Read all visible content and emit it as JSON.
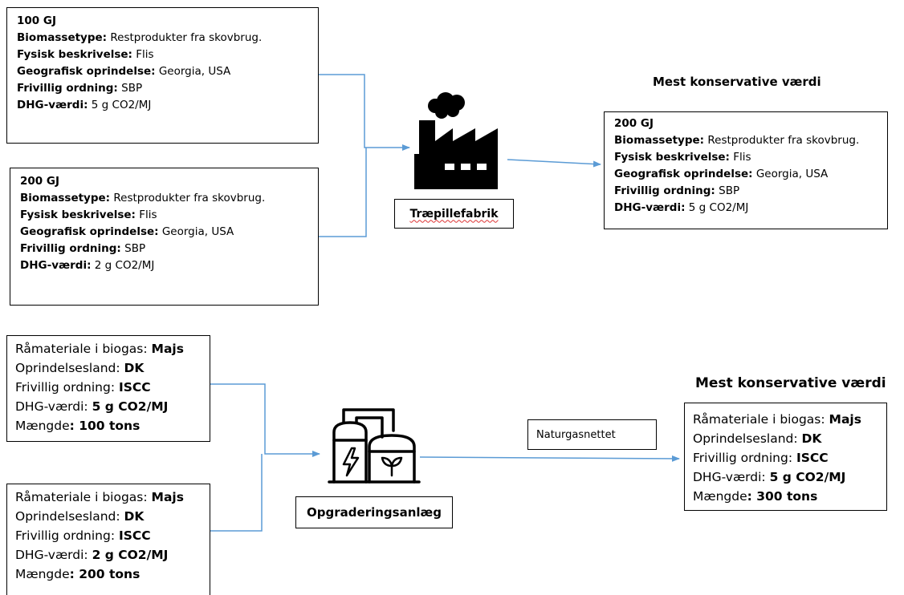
{
  "top": {
    "input_a": {
      "amount": "100 GJ",
      "lines": [
        {
          "label": "Biomassetype:",
          "value": " Restprodukter fra skovbrug."
        },
        {
          "label": "Fysisk beskrivelse:",
          "value": " Flis"
        },
        {
          "label": "Geografisk oprindelse:",
          "value": " Georgia, USA"
        },
        {
          "label": "Frivillig ordning:",
          "value": " SBP"
        },
        {
          "label": "DHG-værdi:",
          "value": " 5 g CO2/MJ"
        }
      ]
    },
    "input_b": {
      "amount": "200 GJ",
      "lines": [
        {
          "label": "Biomassetype:",
          "value": " Restprodukter fra skovbrug."
        },
        {
          "label": "Fysisk beskrivelse:",
          "value": " Flis"
        },
        {
          "label": "Geografisk oprindelse:",
          "value": " Georgia, USA"
        },
        {
          "label": "Frivillig ordning:",
          "value": " SBP"
        },
        {
          "label": "DHG-værdi:",
          "value": " 2 g CO2/MJ"
        }
      ]
    },
    "process_label": "Træpillefabrik",
    "output_heading": "Mest konservative værdi",
    "output": {
      "amount": "200 GJ",
      "lines": [
        {
          "label": "Biomassetype:",
          "value": " Restprodukter fra skovbrug."
        },
        {
          "label": "Fysisk beskrivelse:",
          "value": " Flis"
        },
        {
          "label": "Geografisk oprindelse:",
          "value": " Georgia, USA"
        },
        {
          "label": "Frivillig ordning:",
          "value": " SBP"
        },
        {
          "label": "DHG-værdi:",
          "value": " 5 g CO2/MJ"
        }
      ]
    }
  },
  "bottom": {
    "input_a": {
      "lines": [
        {
          "label": "Råmateriale i biogas: ",
          "value": "Majs"
        },
        {
          "label": "Oprindelsesland: ",
          "value": "DK"
        },
        {
          "label": "Frivillig ordning: ",
          "value": "ISCC"
        },
        {
          "label": "DHG-værdi: ",
          "value": "5 g CO2/MJ"
        },
        {
          "label": "Mængde",
          "value": ": 100 tons"
        }
      ]
    },
    "input_b": {
      "lines": [
        {
          "label": "Råmateriale i biogas: ",
          "value": "Majs"
        },
        {
          "label": "Oprindelsesland: ",
          "value": "DK"
        },
        {
          "label": "Frivillig ordning: ",
          "value": "ISCC"
        },
        {
          "label": "DHG-værdi: ",
          "value": "2 g CO2/MJ"
        },
        {
          "label": "Mængde",
          "value": ": 200 tons"
        }
      ]
    },
    "process_label": "Opgraderingsanlæg",
    "grid_label": "Naturgasnettet",
    "output_heading": "Mest konservative værdi",
    "output": {
      "lines": [
        {
          "label": "Råmateriale i biogas: ",
          "value": "Majs"
        },
        {
          "label": "Oprindelsesland: ",
          "value": "DK"
        },
        {
          "label": "Frivillig ordning: ",
          "value": "ISCC"
        },
        {
          "label": "DHG-værdi: ",
          "value": "5 g CO2/MJ"
        },
        {
          "label": "Mængde",
          "value": ": 300 tons"
        }
      ]
    }
  },
  "colors": {
    "connector": "#5b9bd5",
    "border": "#000000"
  },
  "icons": {
    "top_process": "factory-icon",
    "bottom_process": "biogas-plant-icon"
  }
}
